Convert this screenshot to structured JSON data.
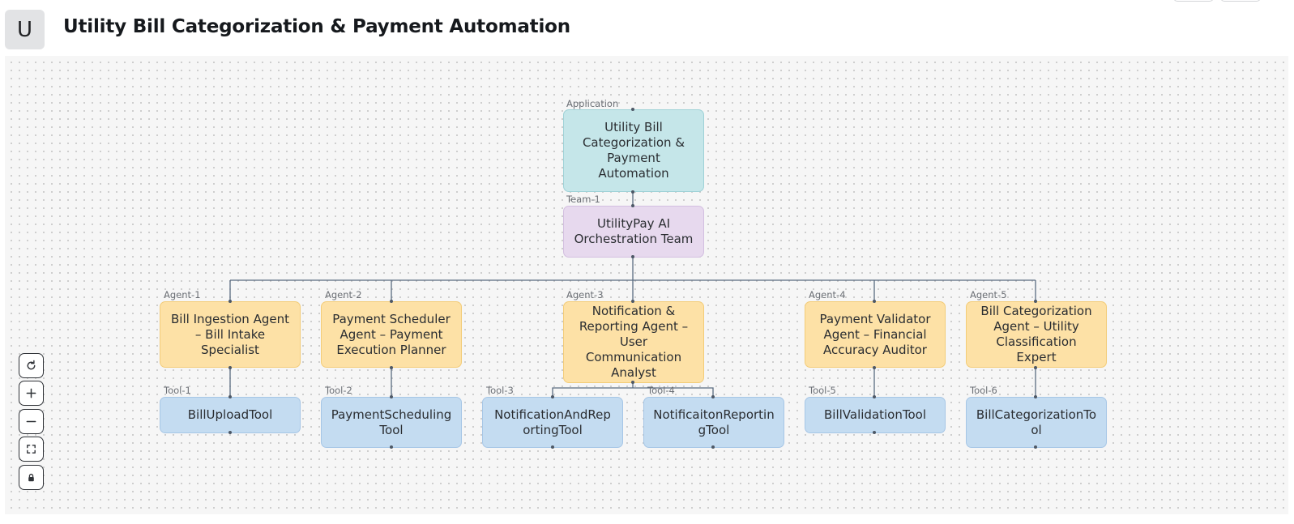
{
  "header": {
    "avatar_letter": "U",
    "title": "Utility Bill Categorization & Payment Automation"
  },
  "diagram": {
    "application": {
      "tag": "Application",
      "label": "Utility Bill Categorization & Payment Automation"
    },
    "team": {
      "tag": "Team-1",
      "label": "UtilityPay AI Orchestration Team"
    },
    "agents": [
      {
        "tag": "Agent-1",
        "label": "Bill Ingestion Agent – Bill Intake Specialist"
      },
      {
        "tag": "Agent-2",
        "label": "Payment Scheduler Agent – Payment Execution Planner"
      },
      {
        "tag": "Agent-3",
        "label": "Notification & Reporting Agent – User Communication Analyst"
      },
      {
        "tag": "Agent-4",
        "label": "Payment Validator Agent – Financial Accuracy Auditor"
      },
      {
        "tag": "Agent-5",
        "label": "Bill Categorization Agent – Utility Classification Expert"
      }
    ],
    "tools": [
      {
        "tag": "Tool-1",
        "label": "BillUploadTool"
      },
      {
        "tag": "Tool-2",
        "label": "PaymentScheduling Tool"
      },
      {
        "tag": "Tool-3",
        "label": "NotificationAndReportingTool"
      },
      {
        "tag": "Tool-4",
        "label": "NotificaitonReportingTool"
      },
      {
        "tag": "Tool-5",
        "label": "BillValidationTool"
      },
      {
        "tag": "Tool-6",
        "label": "BillCategorizationTool"
      }
    ]
  },
  "controls": [
    {
      "name": "reset-view-icon",
      "icon": "refresh"
    },
    {
      "name": "zoom-in-icon",
      "icon": "plus"
    },
    {
      "name": "zoom-out-icon",
      "icon": "minus"
    },
    {
      "name": "fit-view-icon",
      "icon": "fullscreen"
    },
    {
      "name": "lock-icon",
      "icon": "lock"
    }
  ],
  "colors": {
    "application": "#c5e6e9",
    "team": "#e7d9ee",
    "agent": "#fde1a6",
    "tool": "#c4dcf1",
    "edge": "#5a6b80"
  }
}
